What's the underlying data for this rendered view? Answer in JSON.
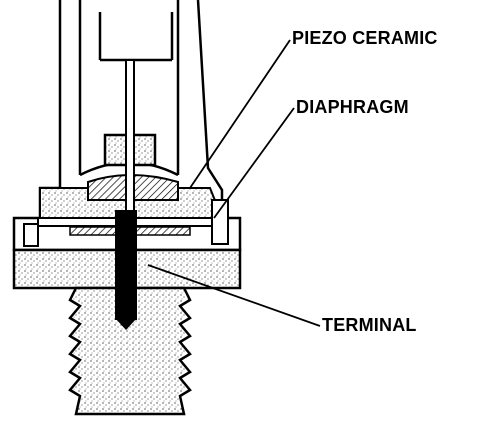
{
  "labels": {
    "piezo_ceramic": "PIEZO CERAMIC",
    "diaphragm": "DIAPHRAGM",
    "terminal": "TERMINAL"
  },
  "colors": {
    "ink": "#000000",
    "paper": "#ffffff"
  }
}
